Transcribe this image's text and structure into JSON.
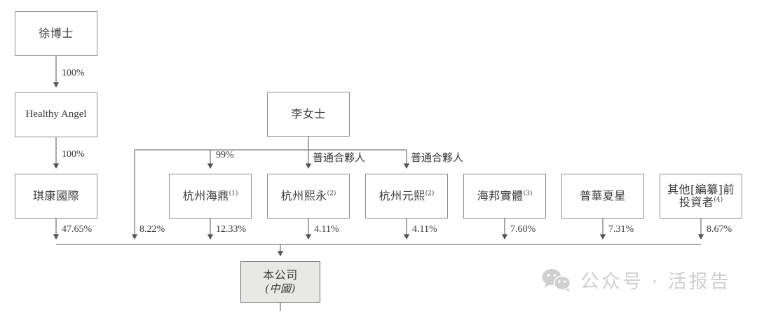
{
  "diagram": {
    "title": "Shareholding structure chart",
    "colors": {
      "box_border": "#8d8d8d",
      "line": "#6f6f6f",
      "company_fill": "#e8e8e6",
      "text": "#3a3a3a",
      "watermark": "#cfcfcf"
    },
    "nodes": [
      {
        "id": "xu",
        "label": "徐博士",
        "sup": "",
        "lang": "cn"
      },
      {
        "id": "healthy",
        "label": "Healthy Angel",
        "sup": "",
        "lang": "en"
      },
      {
        "id": "li",
        "label": "李女士",
        "sup": "",
        "lang": "cn"
      },
      {
        "id": "qikang",
        "label": "琪康國際",
        "sup": "",
        "lang": "cn"
      },
      {
        "id": "haiding",
        "label": "杭州海鼎",
        "sup": "(1)",
        "lang": "cn"
      },
      {
        "id": "xiyong",
        "label": "杭州熙永",
        "sup": "(2)",
        "lang": "cn"
      },
      {
        "id": "yuanxi",
        "label": "杭州元熙",
        "sup": "(2)",
        "lang": "cn"
      },
      {
        "id": "haibang",
        "label": "海邦實體",
        "sup": "(3)",
        "lang": "cn"
      },
      {
        "id": "puhua",
        "label": "普華夏星",
        "sup": "",
        "lang": "cn"
      },
      {
        "id": "others",
        "label_line1": "其他[編纂]前",
        "label_line2": "投資者",
        "sup": "(4)",
        "lang": "cn"
      }
    ],
    "company": {
      "name": "本公司",
      "sub": "(中國)"
    },
    "edge_labels": {
      "xu_to_healthy": "100%",
      "healthy_to_qikang": "100%",
      "li_to_haiding": "99%",
      "li_to_xiyong": "普通合夥人",
      "li_to_yuanxi": "普通合夥人",
      "qikang_pct": "47.65%",
      "li_direct_pct": "8.22%",
      "haiding_pct": "12.33%",
      "xiyong_pct": "4.11%",
      "yuanxi_pct": "4.11%",
      "haibang_pct": "7.60%",
      "puhua_pct": "7.31%",
      "others_pct": "8.67%"
    },
    "watermark": {
      "icon": "wechat-icon",
      "text": "公众号 · 活报告"
    }
  }
}
